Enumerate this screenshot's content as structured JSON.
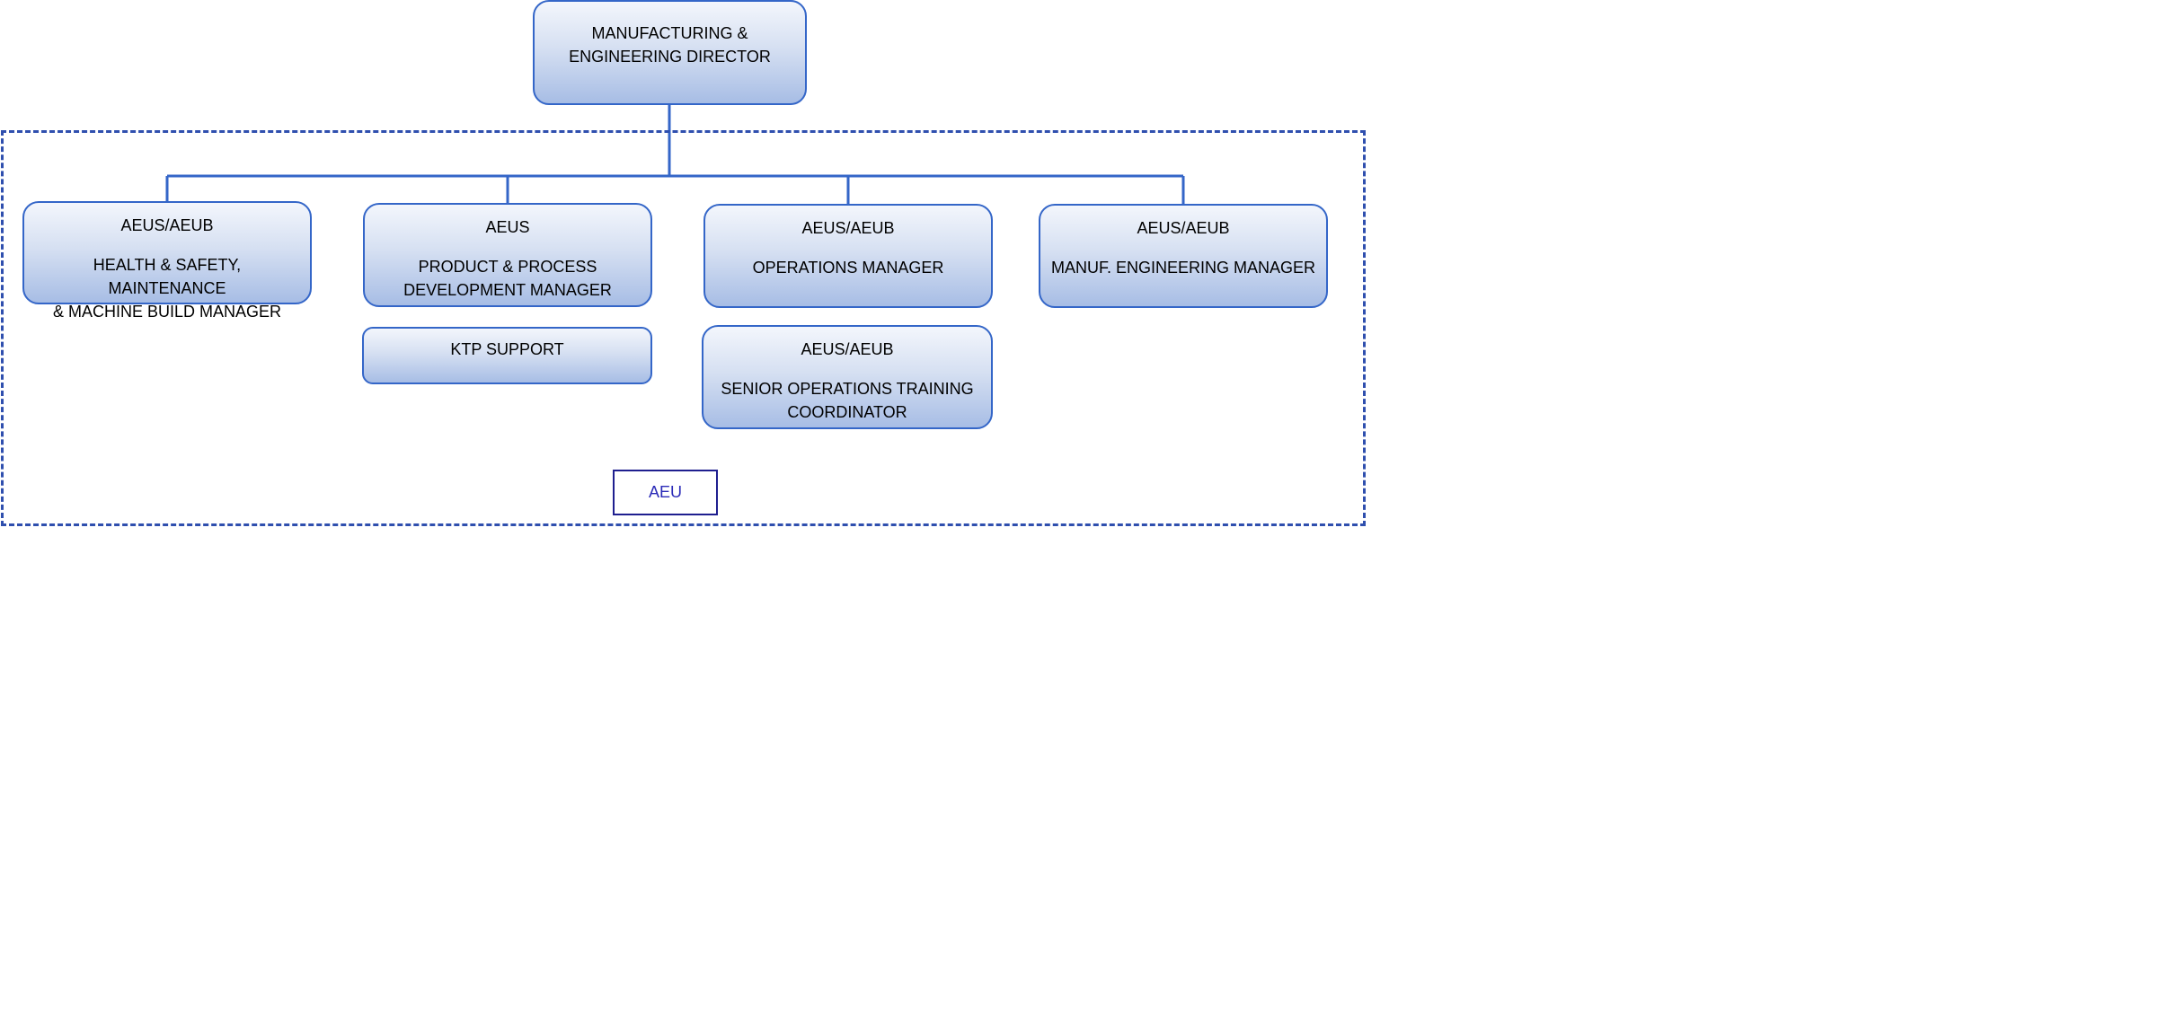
{
  "director": {
    "title_line1": "MANUFACTURING &",
    "title_line2": "ENGINEERING DIRECTOR"
  },
  "managers": [
    {
      "code": "AEUS/AEUB",
      "title_line1": "HEALTH & SAFETY, MAINTENANCE",
      "title_line2": "& MACHINE BUILD MANAGER"
    },
    {
      "code": "AEUS",
      "title_line1": "PRODUCT & PROCESS",
      "title_line2": "DEVELOPMENT MANAGER"
    },
    {
      "code": "AEUS/AEUB",
      "title_line1": "OPERATIONS MANAGER"
    },
    {
      "code": "AEUS/AEUB",
      "title_line1": "MANUF. ENGINEERING MANAGER"
    }
  ],
  "ktp_support": {
    "title": "KTP SUPPORT"
  },
  "training_coordinator": {
    "code": "AEUS/AEUB",
    "title_line1": "SENIOR OPERATIONS TRAINING",
    "title_line2": "COORDINATOR"
  },
  "group_key": {
    "label": "AEU"
  },
  "colors": {
    "node_border": "#3466c8",
    "connector": "#3466c8",
    "group_border": "#2f4fae",
    "key_text": "#2b2bb8",
    "key_border": "#1f1f8f"
  }
}
